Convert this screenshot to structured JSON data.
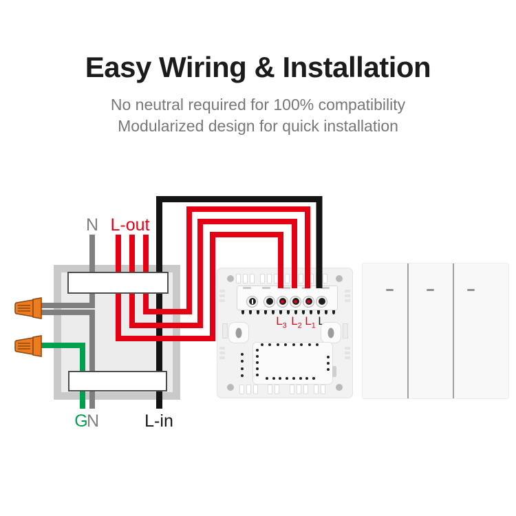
{
  "header": {
    "title": "Easy Wiring & Installation",
    "subtitle_line1": "No neutral required for 100% compatibility",
    "subtitle_line2": "Modularized design for quick installation"
  },
  "colors": {
    "title": "#1b1b1b",
    "subtitle": "#777777",
    "red": "#e60014",
    "gray": "#7f7f7f",
    "green": "#00a14e",
    "black": "#141414",
    "orange": "#ee7c1e",
    "orange_dark": "#8a4a12",
    "box_border": "#c9c9c9",
    "box_fill": "#ececec",
    "strip_border": "#4d4d4d",
    "plate": "#f2f2f2",
    "plate_border": "#e4e4e4",
    "screw_gray": "#b9b9b9",
    "panel_bg": "#f8f8f8",
    "panel_border": "#ececec",
    "divider": "#a0a0a0",
    "dash": "#8e8e8e"
  },
  "diagram": {
    "wire_labels": {
      "neutral_top": "N",
      "live_out": "L-out",
      "ground_bottom": "G",
      "neutral_bottom": "N",
      "live_in": "L-in"
    },
    "module": {
      "terminals": [
        {
          "main": "L",
          "sub": "3",
          "color": "red"
        },
        {
          "main": "L",
          "sub": "2",
          "color": "red"
        },
        {
          "main": "L",
          "sub": "1",
          "color": "red"
        },
        {
          "main": "L",
          "sub": "",
          "color": "black"
        }
      ]
    }
  }
}
